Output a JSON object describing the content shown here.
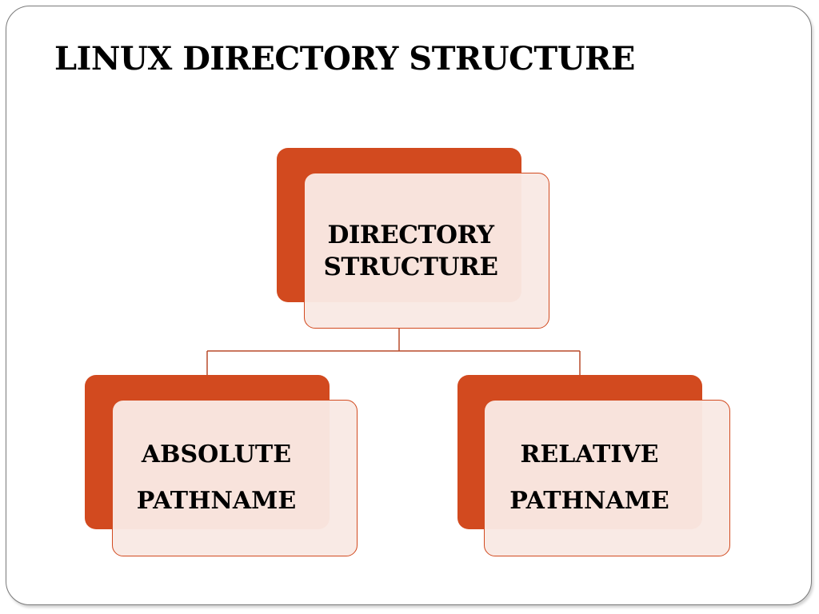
{
  "slide": {
    "title": "LINUX DIRECTORY STRUCTURE"
  },
  "diagram": {
    "type": "hierarchy",
    "colors": {
      "accent": "#d24a1f",
      "card_fill": "#f9e9e4",
      "connector": "#b84a2a",
      "text": "#000000"
    },
    "root": {
      "label": "DIRECTORY\nSTRUCTURE"
    },
    "children": [
      {
        "label": "ABSOLUTE\nPATHNAME"
      },
      {
        "label": "RELATIVE\nPATHNAME"
      }
    ]
  }
}
